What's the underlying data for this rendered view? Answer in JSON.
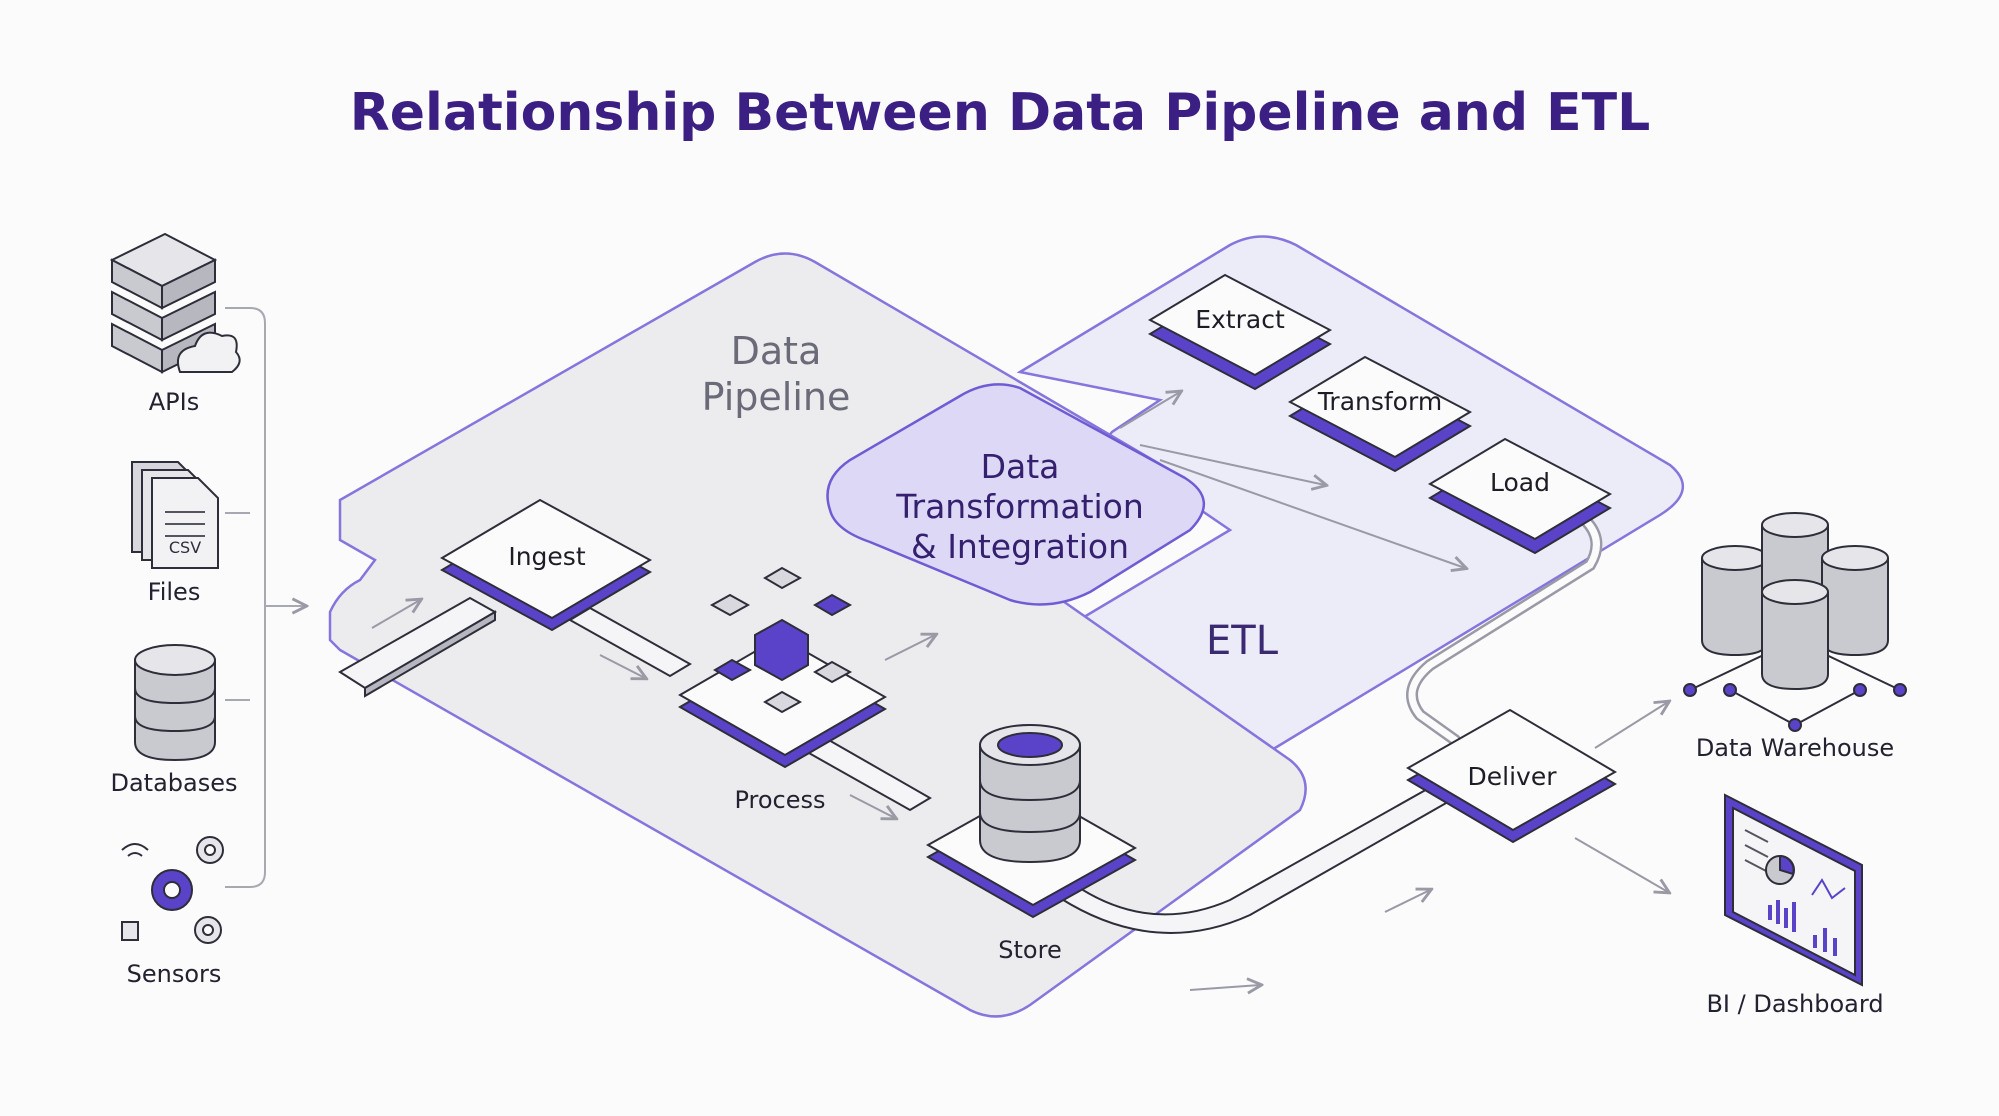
{
  "title": "Relationship Between Data Pipeline and ETL",
  "regions": {
    "pipeline_line1": "Data",
    "pipeline_line2": "Pipeline",
    "overlap_line1": "Data",
    "overlap_line2": "Transformation",
    "overlap_line3": "& Integration",
    "etl": "ETL"
  },
  "sources": {
    "apis": "APIs",
    "files": "Files",
    "csv_tag": "CSV",
    "databases": "Databases",
    "sensors": "Sensors"
  },
  "stages": {
    "ingest": "Ingest",
    "process": "Process",
    "store": "Store",
    "deliver": "Deliver"
  },
  "etl_steps": {
    "extract": "Extract",
    "transform": "Transform",
    "load": "Load"
  },
  "destinations": {
    "warehouse": "Data Warehouse",
    "dashboard": "BI / Dashboard"
  },
  "colors": {
    "accent": "#5b43c9",
    "accent_dark": "#4330a8",
    "title": "#3b1f83",
    "pipeline_fill": "#eeeef1",
    "etl_fill": "#ecebf8",
    "outline": "#7b6bd6"
  }
}
